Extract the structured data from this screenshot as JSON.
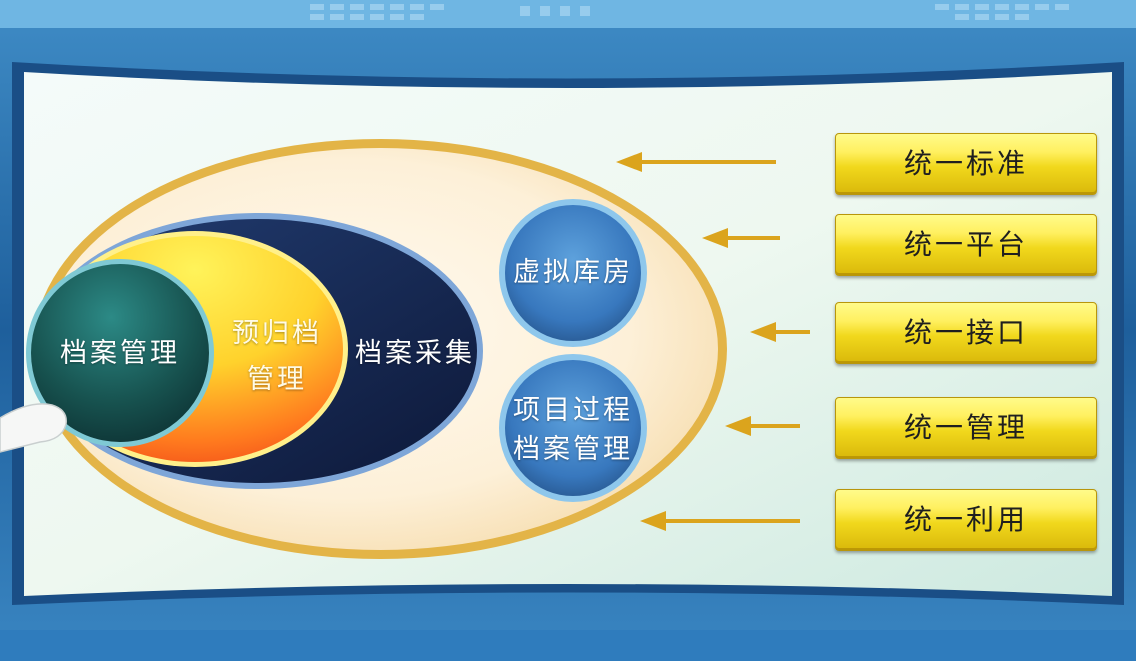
{
  "center": {
    "archive_management": "档案管理",
    "pre_archive_line1": "预归档",
    "pre_archive_line2": "管理",
    "archive_collection": "档案采集",
    "virtual_warehouse": "虚拟库房",
    "project_archive_line1": "项目过程",
    "project_archive_line2": "档案管理"
  },
  "principles": [
    {
      "label": "统一标准"
    },
    {
      "label": "统一平台"
    },
    {
      "label": "统一接口"
    },
    {
      "label": "统一管理"
    },
    {
      "label": "统一利用"
    }
  ],
  "colors": {
    "outer_oval_ring": "#e2b648",
    "outer_oval_fill": "#fbeed6",
    "dark_navy": "#13264f",
    "yellow": "#ffe23a",
    "orange": "#ff6a1c",
    "teal": "#1f6b68",
    "sphere_blue": "#3f84c8",
    "arrow": "#d9a21c",
    "button_yellow": "#f4df22"
  }
}
